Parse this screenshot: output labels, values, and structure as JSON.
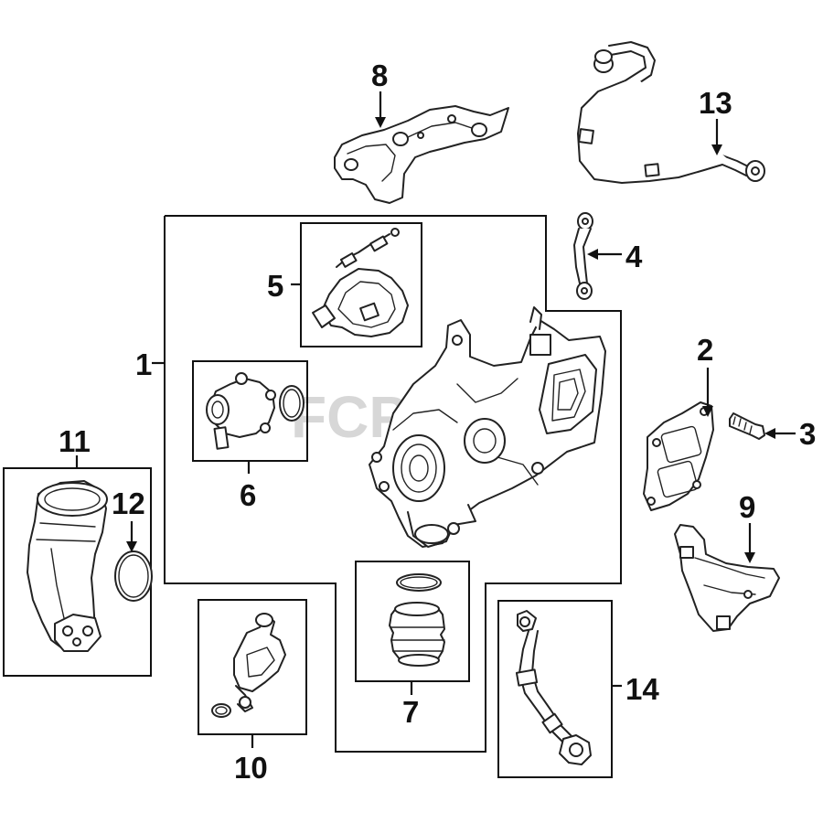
{
  "diagram": {
    "callouts": {
      "c1": "1",
      "c2": "2",
      "c3": "3",
      "c4": "4",
      "c5": "5",
      "c6": "6",
      "c7": "7",
      "c8": "8",
      "c9": "9",
      "c10": "10",
      "c11": "11",
      "c12": "12",
      "c13": "13",
      "c14": "14"
    },
    "watermark": "FCPeuro",
    "colors": {
      "line": "#111111",
      "watermark": "#d7d7d7",
      "background": "#ffffff"
    }
  }
}
